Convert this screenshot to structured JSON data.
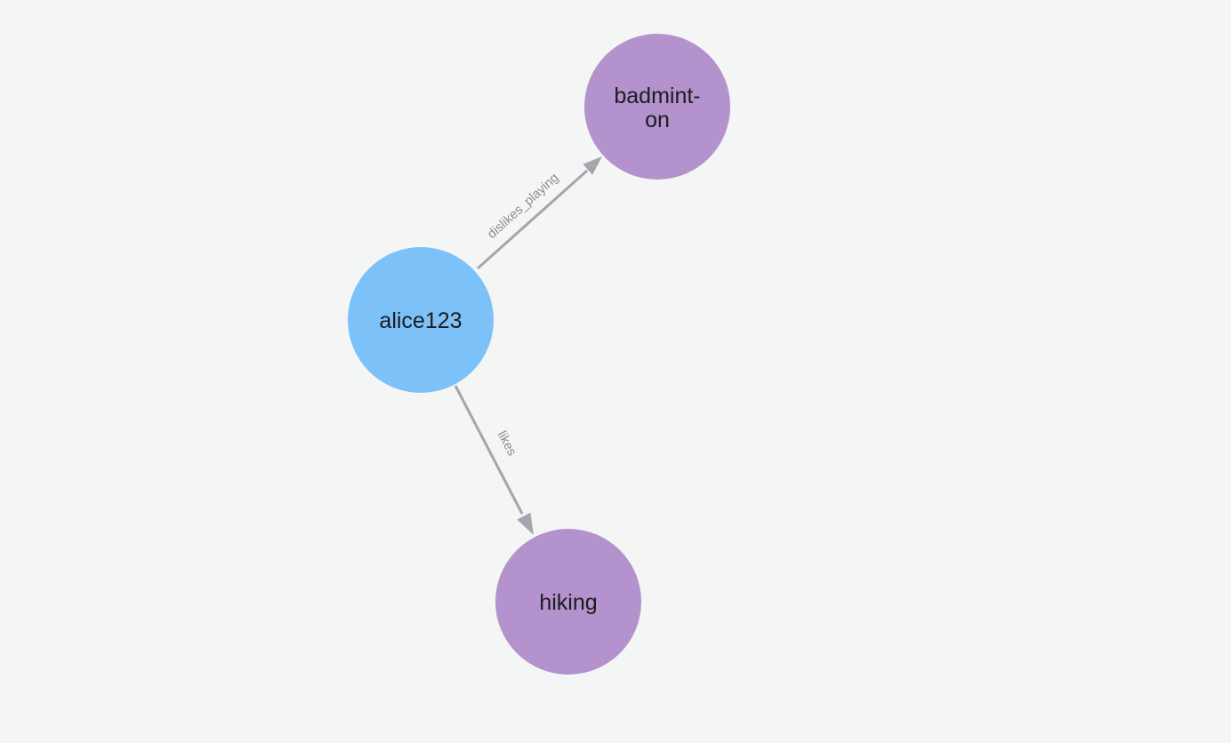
{
  "canvas": {
    "background_color": "#f4f5f5"
  },
  "graph": {
    "nodes": [
      {
        "id": "alice123",
        "label": "alice123",
        "label_lines": {
          "0": "alice123"
        },
        "type": "person-node",
        "fill_color": "#7cc1f8",
        "text_color": "#1c1c1e"
      },
      {
        "id": "badminton",
        "label": "badminton",
        "label_lines": {
          "0": "badmint-",
          "1": "on"
        },
        "type": "hobby-node",
        "fill_color": "#b392cd",
        "text_color": "#1c1c1e"
      },
      {
        "id": "hiking",
        "label": "hiking",
        "label_lines": {
          "0": "hiking"
        },
        "type": "hobby-node",
        "fill_color": "#b392cd",
        "text_color": "#1c1c1e"
      }
    ],
    "edges": [
      {
        "id": "edge-dislikes-playing",
        "source": "alice123",
        "target": "badminton",
        "label": "dislikes_playing",
        "color": "#a4a5ad",
        "label_color": "#8b8b92"
      },
      {
        "id": "edge-likes",
        "source": "alice123",
        "target": "hiking",
        "label": "likes",
        "color": "#a4a5ad",
        "label_color": "#8b8b92"
      }
    ]
  }
}
